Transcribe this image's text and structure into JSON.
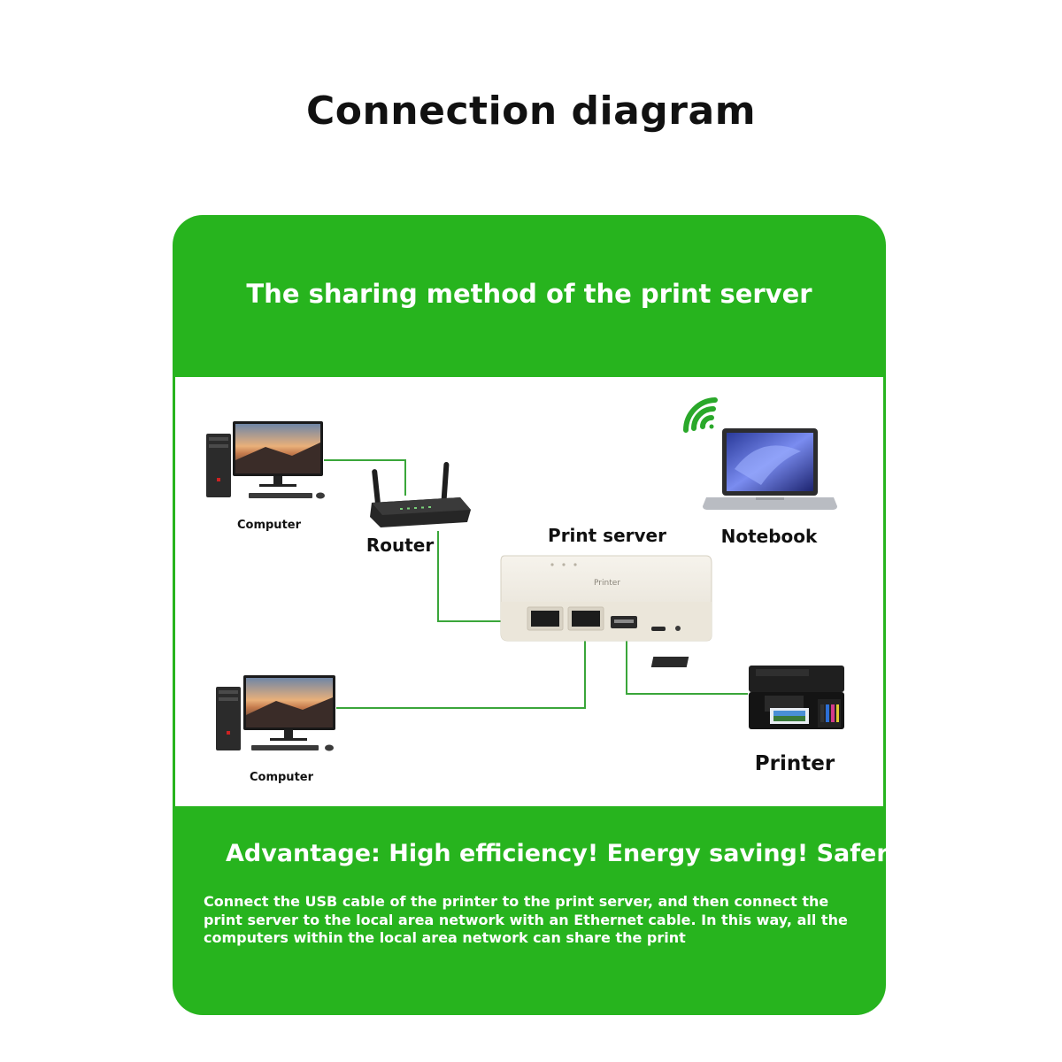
{
  "page": {
    "title": "Connection diagram"
  },
  "panel": {
    "heading": "The sharing method of the print server",
    "advantage": "Advantage: High efficiency! Energy saving! Safer",
    "description": "Connect the USB cable of the printer to the print server, and then connect the print server to the local area network with an Ethernet cable. In this way, all the computers within the local area network can share the print"
  },
  "devices": {
    "computer_top": "Computer",
    "router": "Router",
    "print_server": "Print server",
    "print_server_brand": "Printer",
    "notebook": "Notebook",
    "computer_bottom": "Computer",
    "printer": "Printer"
  },
  "colors": {
    "panel_green": "#27b41e",
    "cable_green": "#3aa63a",
    "wifi_green": "#2aa82a"
  },
  "icons": [
    "wifi-icon",
    "computer-icon",
    "router-icon",
    "print-server-icon",
    "laptop-icon",
    "printer-icon"
  ]
}
